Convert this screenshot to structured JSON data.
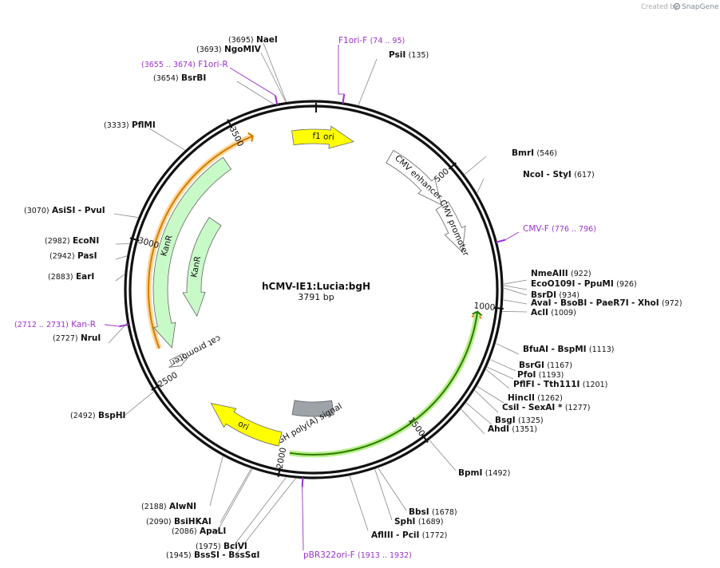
{
  "header": {
    "created_by": "Created by",
    "app_name": "SnapGene"
  },
  "plasmid": {
    "name": "hCMV-IE1:Lucia:bgH",
    "length_label": "3791 bp",
    "length": 3791
  },
  "ticks": [
    {
      "pos": 500,
      "label": "500"
    },
    {
      "pos": 1000,
      "label": "1000"
    },
    {
      "pos": 1500,
      "label": "1500"
    },
    {
      "pos": 2000,
      "label": "2000"
    },
    {
      "pos": 2500,
      "label": "2500"
    },
    {
      "pos": 3000,
      "label": "3000"
    },
    {
      "pos": 3500,
      "label": "3500"
    }
  ],
  "features": [
    {
      "name": "f1 ori",
      "start": 3700,
      "end": 150,
      "dir": 1,
      "ring": 1,
      "color": "#ffff00"
    },
    {
      "name": "CMV enhancer",
      "start": 305,
      "end": 585,
      "dir": 1,
      "ring": 1,
      "color": "#ffffff"
    },
    {
      "name": "CMV promoter",
      "start": 590,
      "end": 790,
      "dir": 1,
      "ring": 1,
      "color": "#ffffff"
    },
    {
      "name": "bGH poly(A) signal",
      "start": 1790,
      "end": 1990,
      "dir": 0,
      "ring": 2,
      "color": "#9da3a8"
    },
    {
      "name": "ori",
      "start": 2020,
      "end": 2330,
      "dir": 1,
      "ring": 1,
      "color": "#ffff00"
    },
    {
      "name": "cat promoter",
      "start": 2520,
      "end": 2560,
      "dir": -1,
      "ring": 1,
      "color": "#ffffff"
    },
    {
      "name": "KanR",
      "start": 2600,
      "end": 3420,
      "dir": -1,
      "ring": 1,
      "color": "#c8fac8"
    },
    {
      "name": "KanR",
      "start": 2700,
      "end": 3200,
      "dir": -1,
      "ring": 2,
      "color": "#c8fac8"
    }
  ],
  "orfs": [
    {
      "start": 1030,
      "end": 1410,
      "dir": -1,
      "color": "#d47a00"
    },
    {
      "start": 2615,
      "end": 3555,
      "dir": 1,
      "color": "#d47a00"
    },
    {
      "start": 1020,
      "end": 1975,
      "dir": -1,
      "color": "#2d7a00"
    }
  ],
  "primer_marks": [
    {
      "pos": 85,
      "label": "F1ori-F",
      "range": "(74 .. 95)"
    },
    {
      "pos": 3665,
      "label": "F1ori-R",
      "range": "(3655 .. 3674)"
    },
    {
      "pos": 786,
      "label": "CMV-F",
      "range": "(776 .. 796)"
    },
    {
      "pos": 2722,
      "label": "Kan-R",
      "range": "(2712 .. 2731)"
    },
    {
      "pos": 1922,
      "label": "pBR322ori-F",
      "range": "(1913 .. 1932)"
    }
  ],
  "primer_labels": [
    {
      "pos": 85,
      "text": "F1ori-F",
      "range": "(74 .. 95)",
      "side": "right"
    },
    {
      "pos": 3665,
      "text": "F1ori-R",
      "range": "(3655 .. 3674)",
      "side": "left"
    },
    {
      "pos": 786,
      "text": "CMV-F",
      "range": "(776 .. 796)",
      "side": "right"
    },
    {
      "pos": 2722,
      "text": "Kan-R",
      "range": "(2712 .. 2731)",
      "side": "left"
    },
    {
      "pos": 1922,
      "text": "pBR322ori-F",
      "range": "(1913 .. 1932)",
      "side": "right"
    }
  ],
  "enzymes": [
    {
      "pos": 3695,
      "side": "left",
      "parts": [
        "(3695)",
        "NaeI"
      ]
    },
    {
      "pos": 3693,
      "side": "left",
      "parts": [
        "(3693)",
        "NgoMIV"
      ]
    },
    {
      "pos": 3654,
      "side": "left",
      "parts": [
        "(3654)",
        "BsrBI"
      ]
    },
    {
      "pos": 135,
      "side": "right",
      "parts": [
        "PsiI",
        "(135)"
      ]
    },
    {
      "pos": 3333,
      "side": "left",
      "parts": [
        "(3333)",
        "PflMI"
      ]
    },
    {
      "pos": 546,
      "side": "right",
      "parts": [
        "BmrI",
        "(546)"
      ]
    },
    {
      "pos": 617,
      "side": "right",
      "parts": [
        "NcoI",
        "- StyI",
        "(617)"
      ]
    },
    {
      "pos": 3070,
      "side": "left",
      "parts": [
        "(3070)",
        "AsiSI",
        "- PvuI"
      ]
    },
    {
      "pos": 2982,
      "side": "left",
      "parts": [
        "(2982)",
        "EcoNI"
      ]
    },
    {
      "pos": 2942,
      "side": "left",
      "parts": [
        "(2942)",
        "PasI"
      ]
    },
    {
      "pos": 2883,
      "side": "left",
      "parts": [
        "(2883)",
        "EarI"
      ]
    },
    {
      "pos": 922,
      "side": "right",
      "parts": [
        "NmeAIII",
        "(922)"
      ]
    },
    {
      "pos": 926,
      "side": "right",
      "parts": [
        "EcoO109I",
        "- PpuMI",
        "(926)"
      ]
    },
    {
      "pos": 934,
      "side": "right",
      "parts": [
        "BsrDI",
        "(934)"
      ]
    },
    {
      "pos": 972,
      "side": "right",
      "parts": [
        "AvaI",
        "- BsoBI",
        "- PaeR7I",
        "- XhoI",
        "(972)"
      ]
    },
    {
      "pos": 1009,
      "side": "right",
      "parts": [
        "AclI",
        "(1009)"
      ]
    },
    {
      "pos": 2727,
      "side": "left",
      "parts": [
        "(2727)",
        "NruI"
      ]
    },
    {
      "pos": 1113,
      "side": "right",
      "parts": [
        "BfuAI",
        "- BspMI",
        "(1113)"
      ]
    },
    {
      "pos": 1167,
      "side": "right",
      "parts": [
        "BsrGI",
        "(1167)"
      ]
    },
    {
      "pos": 1193,
      "side": "right",
      "parts": [
        "PfoI",
        "(1193)"
      ]
    },
    {
      "pos": 1201,
      "side": "right",
      "parts": [
        "PflFI",
        "- Tth111I",
        "(1201)"
      ]
    },
    {
      "pos": 1262,
      "side": "right",
      "parts": [
        "HincII",
        "(1262)"
      ]
    },
    {
      "pos": 1277,
      "side": "right",
      "parts": [
        "CsiI",
        "- SexAI *",
        "(1277)"
      ]
    },
    {
      "pos": 1325,
      "side": "right",
      "parts": [
        "BsgI",
        "(1325)"
      ]
    },
    {
      "pos": 1351,
      "side": "right",
      "parts": [
        "AhdI",
        "(1351)"
      ]
    },
    {
      "pos": 2492,
      "side": "left",
      "parts": [
        "(2492)",
        "BspHI"
      ]
    },
    {
      "pos": 1492,
      "side": "right",
      "parts": [
        "BpmI",
        "(1492)"
      ]
    },
    {
      "pos": 1678,
      "side": "right",
      "parts": [
        "BbsI",
        "(1678)"
      ]
    },
    {
      "pos": 1689,
      "side": "right",
      "parts": [
        "SphI",
        "(1689)"
      ]
    },
    {
      "pos": 1772,
      "side": "right",
      "parts": [
        "AflIII",
        "- PciI",
        "(1772)"
      ]
    },
    {
      "pos": 2188,
      "side": "left",
      "parts": [
        "(2188)",
        "AlwNI"
      ]
    },
    {
      "pos": 2090,
      "side": "left",
      "parts": [
        "(2090)",
        "BsiHKAI"
      ]
    },
    {
      "pos": 2086,
      "side": "left",
      "parts": [
        "(2086)",
        "ApaLI"
      ]
    },
    {
      "pos": 1975,
      "side": "left",
      "parts": [
        "(1975)",
        "BciVI"
      ]
    },
    {
      "pos": 1945,
      "side": "left",
      "parts": [
        "(1945)",
        "BssSI",
        "- BssSαI"
      ]
    }
  ]
}
